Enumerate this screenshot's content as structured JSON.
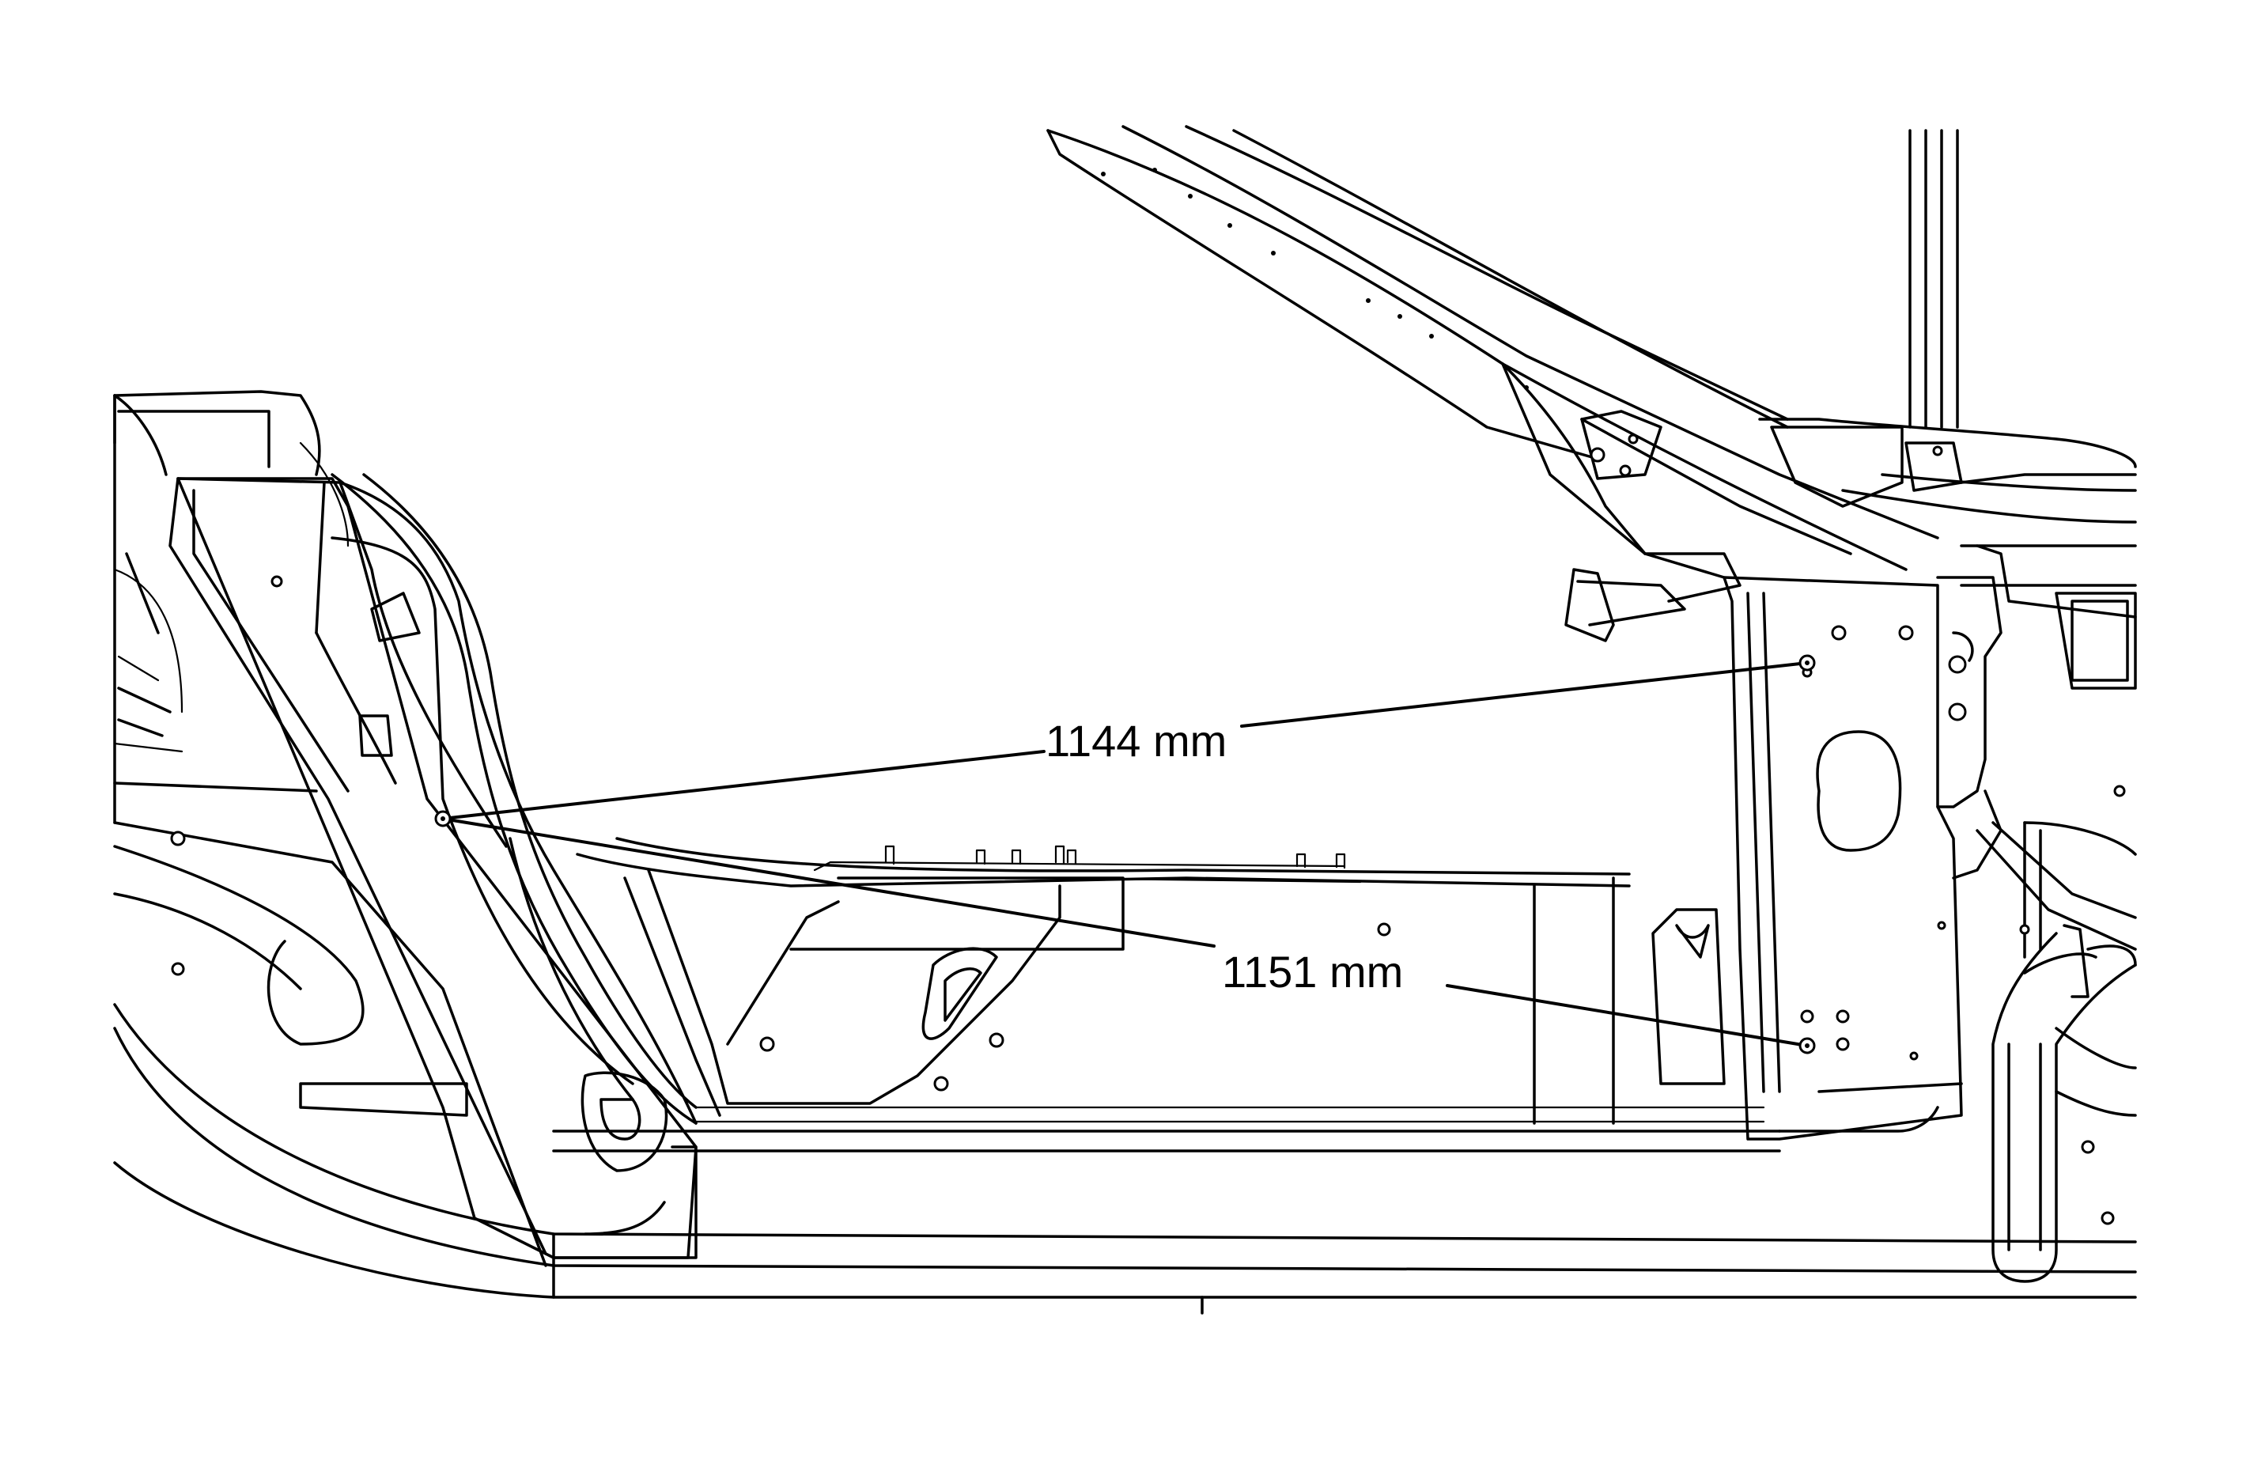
{
  "diagram": {
    "callouts": [
      {
        "id": "upper",
        "label": "1144 mm"
      },
      {
        "id": "lower",
        "label": "1151 mm"
      }
    ]
  },
  "colors": {
    "line": "#000000",
    "background": "#ffffff"
  }
}
